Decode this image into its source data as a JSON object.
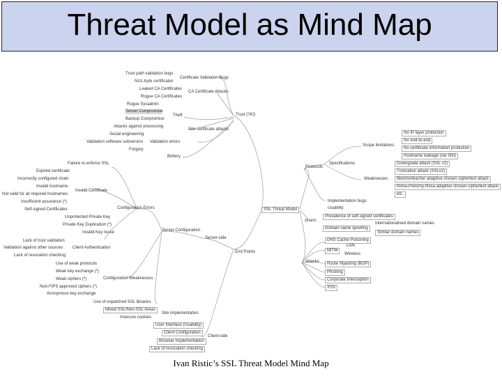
{
  "slide": {
    "title": "Threat Model as Mind Map",
    "caption": "Ivan Ristic’s SSL Threat Model Mind Map"
  },
  "mindmap": {
    "root": "SSL Threat Model",
    "trust": "Trust (?KI)",
    "cert_validation_bugs": "Certificate Validation Bugs",
    "cert_validation_leaves": [
      "Trust path validation bugs",
      "NUL-byte certificates"
    ],
    "ca_attacks": "CA Certificate Attacks",
    "ca_leaves": [
      "Leaked CA Certificates",
      "Rogue CA Certificates"
    ],
    "theft": "Theft",
    "theft_leaves": [
      "Rogue Sysadmin",
      "Server Compromise",
      "Backup Compromise"
    ],
    "site_attacks": "Site certificate attacks",
    "site_leaves": [
      "Attacks against processing",
      "Social engineering"
    ],
    "validation_errors": "Validation errors",
    "validation_leaves": [
      "Validation software subversion",
      "Forgery"
    ],
    "bribery": "Bribery",
    "protocols": "Protocols",
    "specifications": "Specifications",
    "scope_limitations": "Scope limitations",
    "scope_leaves": [
      "No IP layer protection",
      "No end-to-end",
      "No certificate information protection",
      "Hostname leakage (via SNI)"
    ],
    "weaknesses": "Weaknesses",
    "weakness_leaves": [
      "Downgrade attack (SSL v2)",
      "Truncation attack (SSLv2)",
      "Bleichenbacher adaptive chosen ciphertext attack",
      "Klima-Pokorny-Rosa adaptive chosen-ciphertext attack",
      "etc."
    ],
    "implementation_bugs": "Implementation bugs",
    "usability": "Usability",
    "users": "Users",
    "user_leaves": [
      "Prevalence of self-signed certificates",
      "Domain name spoofing"
    ],
    "spoof_leaves": [
      "Internationalised domain names",
      "Similar domain names"
    ],
    "attacks": "Attacks",
    "attack_leaves": [
      "DNS Cache Poisoning",
      "MITM",
      "Route Hijacking (BGP)",
      "Phishing",
      "Corporate Interception",
      "XSS"
    ],
    "mitm_leaves": [
      "LAN",
      "Wireless"
    ],
    "endpoints": "End Points",
    "server_side": "Server-side",
    "server_config": "Server Configuration",
    "config_errors": "Configuration Errors",
    "failure_ssl": "Failure to enforce SSL",
    "invalid_cert": "Invalid Certificate",
    "invalid_cert_leaves": [
      "Expired certificate",
      "Incorrectly configured chain",
      "Invalid hostname",
      "Not valid for all required hostnames",
      "Insufficient assurance (*)",
      "Self-signed Certificates"
    ],
    "key_items": [
      "Unprotected Private Key",
      "Private Key Duplication (*)",
      "Invalid Key reuse"
    ],
    "client_auth": "Client Authentication",
    "client_auth_leaves": [
      "Lack of trust validation",
      "Validation against other sources",
      "Lack of revocation checking"
    ],
    "config_weaknesses": "Configuration Weaknesses",
    "config_weak_leaves": [
      "Use of weak protocols",
      "Weak key exchange (*)",
      "Weak ciphers (*)",
      "Non-FIPS approved ciphers (*)",
      "Anonymous key exchange"
    ],
    "unpatched": "Use of unpatched SSL libraries",
    "mixed": "Mixed SSL/Non-SSL Areas",
    "insecure_cookies": "Insecure cookies",
    "site_impl": "Site implementation",
    "client_side": "Client-side",
    "client_side_leaves": [
      "User Interface (Usability)",
      "Client Configuration",
      "Browser Implementation",
      "Lack of revocation checking"
    ]
  }
}
